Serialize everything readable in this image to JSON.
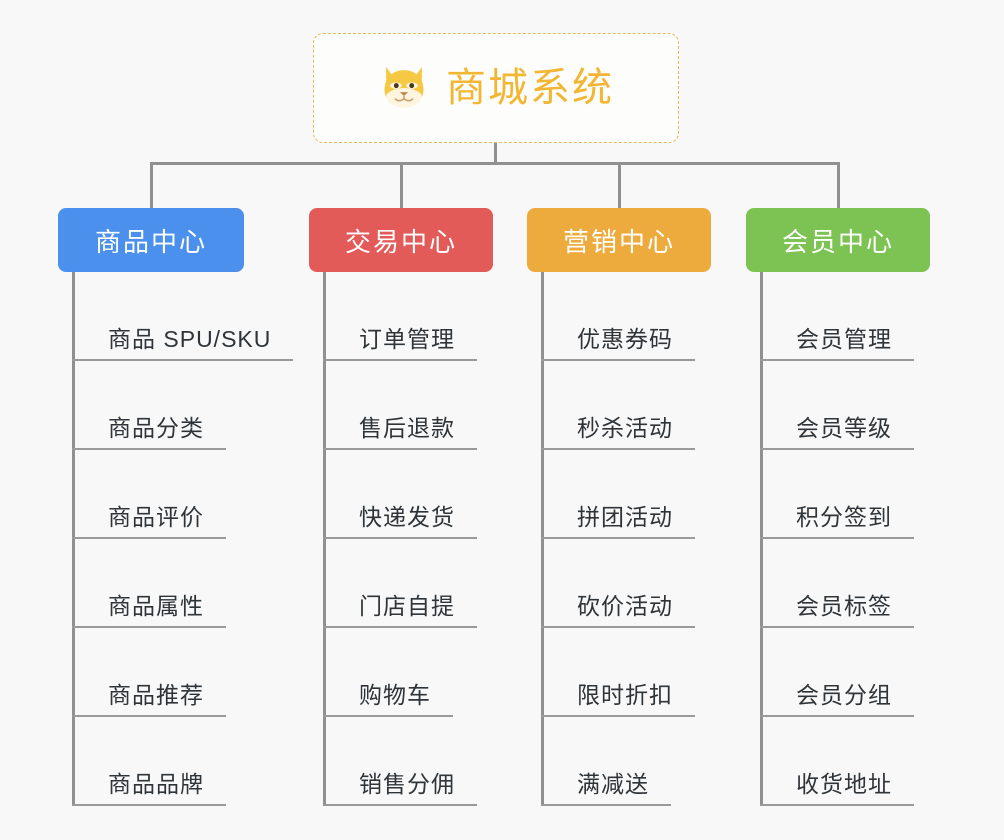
{
  "background_color": "#f8f8f8",
  "root": {
    "title": "商城系统",
    "icon": "shiba-dog-face-icon",
    "text_color": "#f3b632",
    "border_color": "#e6b85c"
  },
  "connector_color": "#909090",
  "columns": [
    {
      "name": "商品中心",
      "color": "#4a90ec",
      "items": [
        "商品 SPU/SKU",
        "商品分类",
        "商品评价",
        "商品属性",
        "商品推荐",
        "商品品牌"
      ]
    },
    {
      "name": "交易中心",
      "color": "#e35b59",
      "items": [
        "订单管理",
        "售后退款",
        "快递发货",
        "门店自提",
        "购物车",
        "销售分佣"
      ]
    },
    {
      "name": "营销中心",
      "color": "#eeab3d",
      "items": [
        "优惠券码",
        "秒杀活动",
        "拼团活动",
        "砍价活动",
        "限时折扣",
        "满减送"
      ]
    },
    {
      "name": "会员中心",
      "color": "#7dc353",
      "items": [
        "会员管理",
        "会员等级",
        "积分签到",
        "会员标签",
        "会员分组",
        "收货地址"
      ]
    }
  ]
}
